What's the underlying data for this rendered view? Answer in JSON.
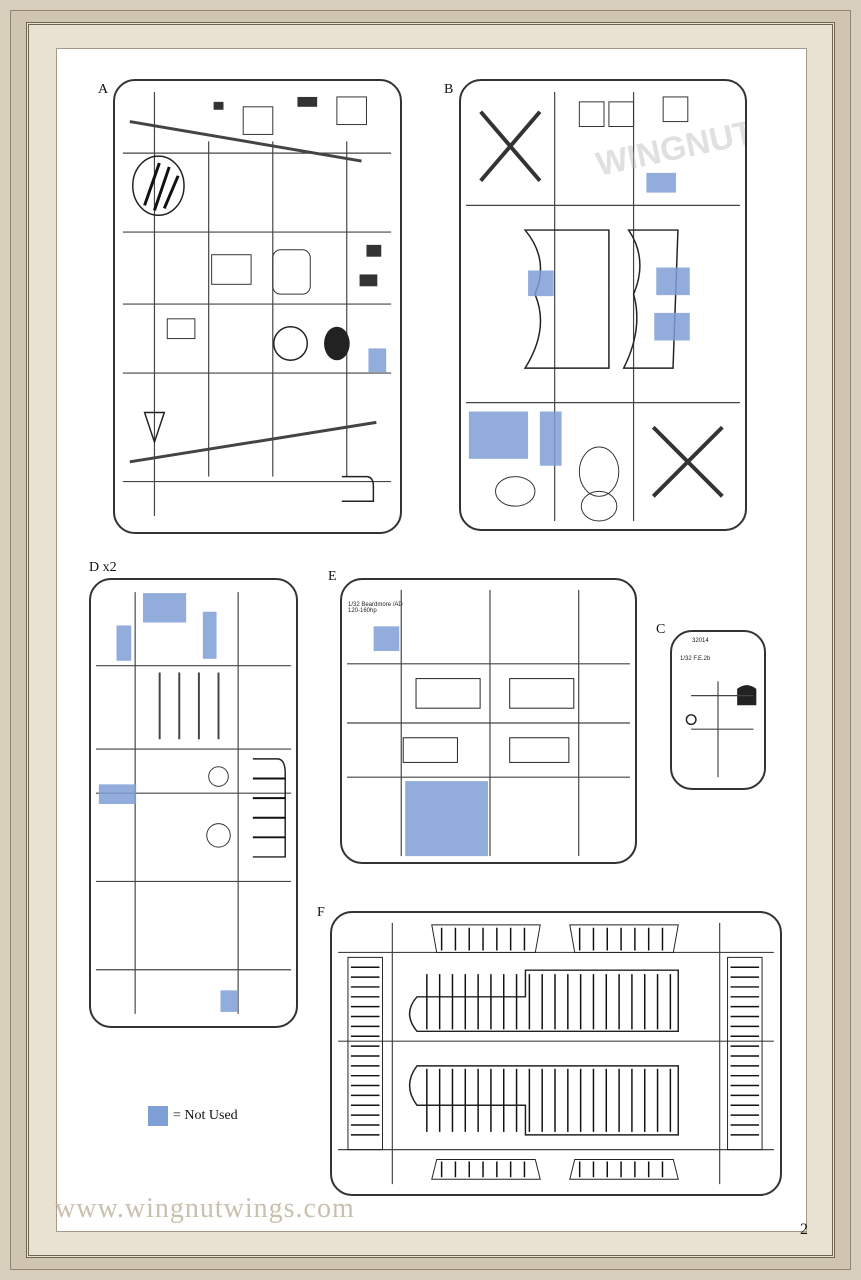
{
  "sprues": {
    "a": {
      "label": "A"
    },
    "b": {
      "label": "B"
    },
    "d": {
      "label": "D x2"
    },
    "e": {
      "label": "E",
      "tag": "1/32 Beardmore /AD 120-160hp"
    },
    "c": {
      "label": "C",
      "tag_code": "32014",
      "tag_name": "1/32 F.E.2b"
    },
    "f": {
      "label": "F"
    }
  },
  "legend": {
    "text": "= Not Used",
    "color": "#7f9fd6"
  },
  "footer": {
    "url": "www.wingnutwings.com",
    "page_number": "2"
  }
}
